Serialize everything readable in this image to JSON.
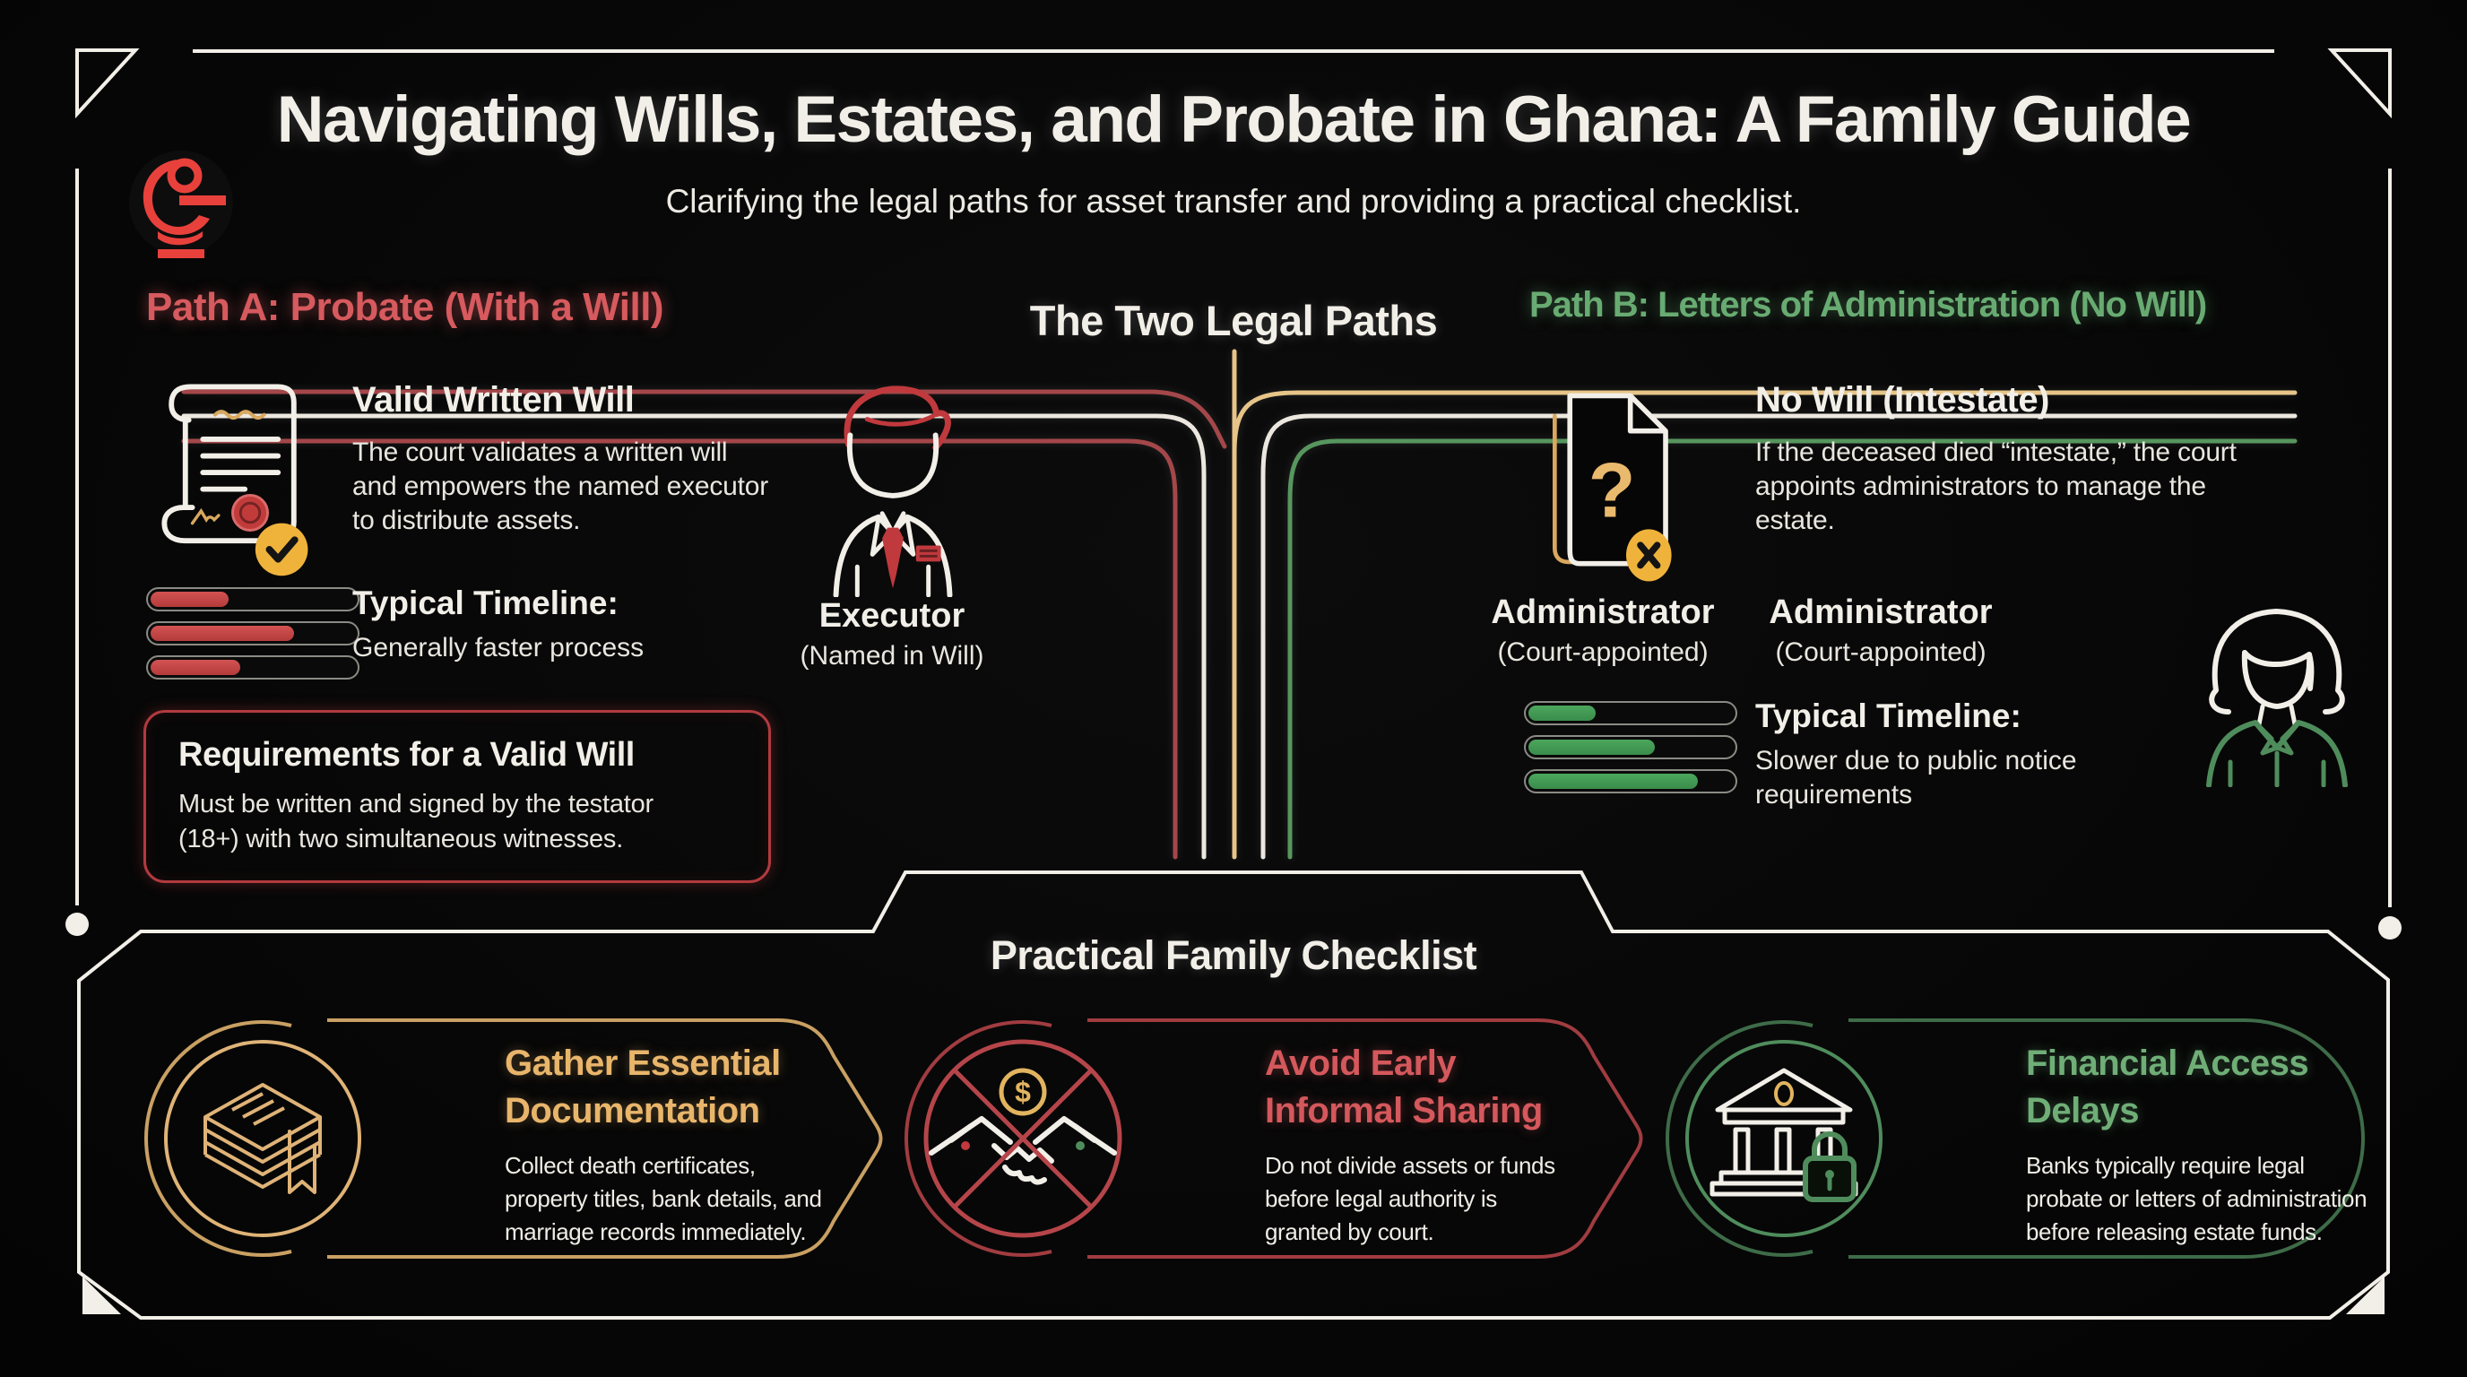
{
  "meta": {
    "colors": {
      "background": "#070707",
      "accent_red": "#d65a5e",
      "accent_green": "#68ab72",
      "accent_gold": "#e8b56b",
      "path_red": "#a4474a",
      "path_white": "#ece8e0",
      "path_gold": "#e7c588",
      "path_green": "#57965e",
      "badge_gold": "#efb33c",
      "text_white": "#f2efe8"
    }
  },
  "header": {
    "title": "Navigating Wills, Estates, and Probate in Ghana: A Family Guide",
    "subtitle": "Clarifying the legal paths for asset transfer and providing a practical checklist.",
    "logo_icon": "brand-g-mark-icon"
  },
  "path_a": {
    "heading": "Path A: Probate (With a Will)",
    "card": {
      "icon": "will-scroll-check-icon",
      "title": "Valid Written Will",
      "body_lines": [
        "The court validates a written will",
        "and empowers the named executor",
        "to distribute assets."
      ]
    },
    "timeline": {
      "label": "Typical Timeline:",
      "note": "Generally faster process",
      "bars_percent": [
        38,
        70,
        44
      ]
    },
    "requirements": {
      "title": "Requirements for a Valid Will",
      "body_lines": [
        "Must be written and signed by the testator",
        "(18+) with two simultaneous witnesses."
      ]
    },
    "role": {
      "icon": "executor-person-icon",
      "name": "Executor",
      "note": "(Named in Will)"
    }
  },
  "center": {
    "heading": "The Two Legal Paths"
  },
  "path_b": {
    "heading": "Path B: Letters of Administration (No Will)",
    "card": {
      "icon": "unknown-document-x-icon",
      "question_glyph": "?",
      "title": "No Will (Intestate)",
      "body_lines": [
        "If the deceased died “intestate,” the court",
        "appoints administrators to manage the",
        "estate."
      ]
    },
    "role_left": {
      "name": "Administrator",
      "note": "(Court-appointed)"
    },
    "role_right": {
      "name": "Administrator",
      "note": "(Court-appointed)"
    },
    "timeline": {
      "label": "Typical Timeline:",
      "note_lines": [
        "Slower due to public notice",
        "requirements"
      ],
      "bars_percent": [
        33,
        62,
        83
      ]
    },
    "figure_icon": "administrator-person-icon"
  },
  "checklist": {
    "heading": "Practical Family Checklist",
    "items": [
      {
        "icon": "stacked-documents-icon",
        "title_lines": [
          "Gather Essential",
          "Documentation"
        ],
        "body_lines": [
          "Collect death certificates,",
          "property titles, bank details, and",
          "marriage records immediately."
        ]
      },
      {
        "icon": "no-handshake-icon",
        "dollar_glyph": "$",
        "title_lines": [
          "Avoid Early",
          "Informal Sharing"
        ],
        "body_lines": [
          "Do not divide assets or funds",
          "before legal authority is",
          "granted by court."
        ]
      },
      {
        "icon": "bank-lock-icon",
        "title_lines": [
          "Financial Access",
          "Delays"
        ],
        "body_lines": [
          "Banks typically require legal",
          "probate or letters of administration",
          "before releasing estate funds."
        ]
      }
    ]
  }
}
